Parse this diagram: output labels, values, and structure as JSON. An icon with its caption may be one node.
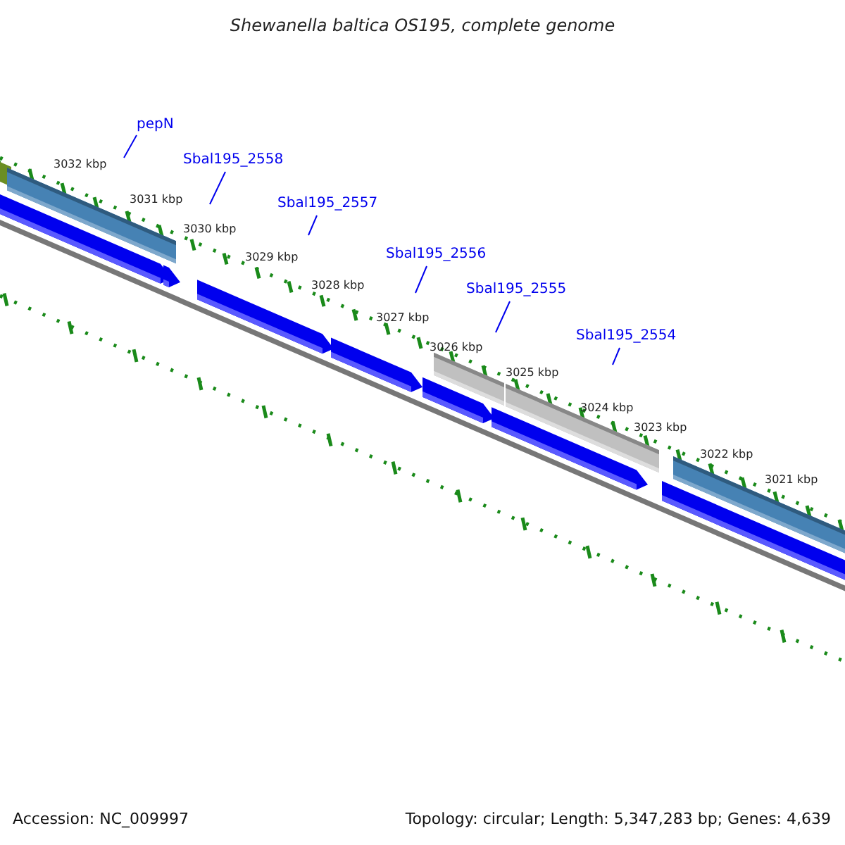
{
  "diagram": {
    "title": "Shewanella baltica OS195, complete genome",
    "nodes": [
      {
        "text": [
          "pepN"
        ]
      },
      {
        "text": [
          "Sbal195_2558"
        ]
      },
      {
        "text": [
          "Sbal195_2557"
        ]
      },
      {
        "text": [
          "Sbal195_2556"
        ]
      },
      {
        "text": [
          "Sbal195_2555"
        ]
      },
      {
        "text": [
          "Sbal195_2554"
        ]
      }
    ],
    "edges": [
      {
        "from": 0,
        "to": null,
        "arrow": "none"
      },
      {
        "from": 1,
        "to": null,
        "arrow": "none"
      },
      {
        "from": 2,
        "to": null,
        "arrow": "none"
      },
      {
        "from": 3,
        "to": null,
        "arrow": "none"
      },
      {
        "from": 4,
        "to": null,
        "arrow": "none"
      },
      {
        "from": 5,
        "to": null,
        "arrow": "none"
      }
    ],
    "labels": [
      "3032 kbp",
      "3031 kbp",
      "3030 kbp",
      "3029 kbp",
      "3028 kbp",
      "3027 kbp",
      "3026 kbp",
      "3025 kbp",
      "3024 kbp",
      "3023 kbp",
      "3022 kbp",
      "3021 kbp",
      "Accession: NC_009997",
      "Topology: circular; Length: 5,347,283 bp; Genes: 4,639"
    ]
  }
}
